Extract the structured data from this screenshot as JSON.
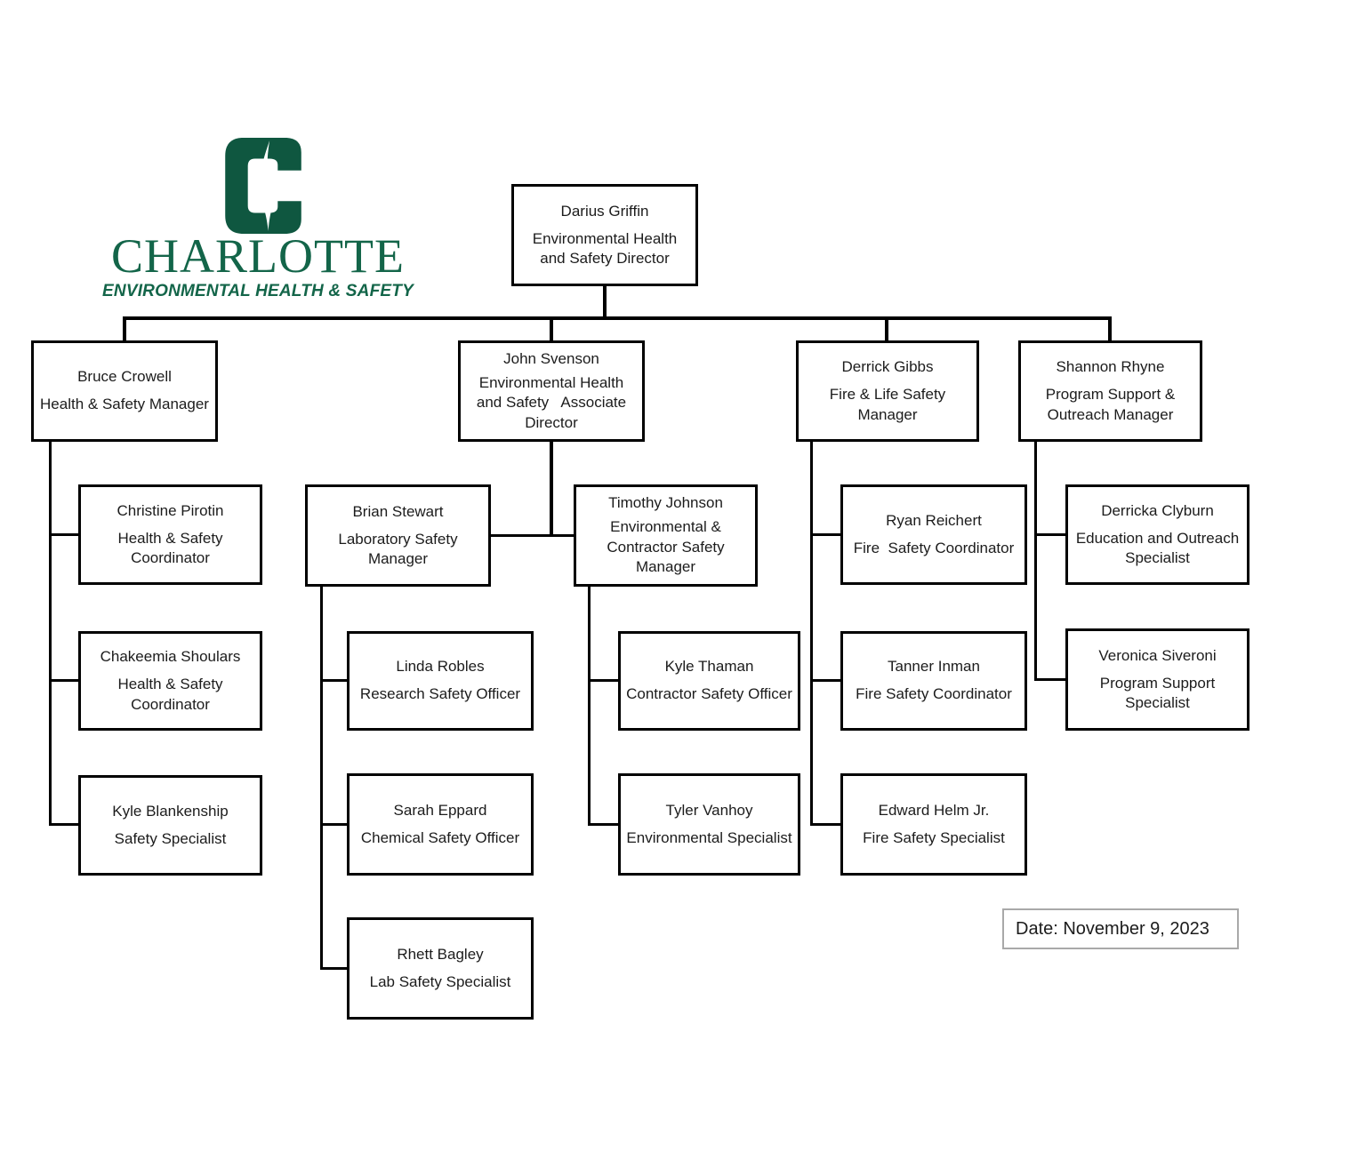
{
  "logo": {
    "wordmark": "CHARLOTTE",
    "tagline": "ENVIRONMENTAL HEALTH & SAFETY",
    "green_mark": "#0f5740",
    "green_text": "#136549"
  },
  "date": {
    "label": "Date: November 9, 2023"
  },
  "org": {
    "nodes": {
      "darius": {
        "name": "Darius Griffin",
        "title": "Environmental Health\nand Safety Director",
        "reports_to": null
      },
      "bruce": {
        "name": "Bruce Crowell",
        "title": "Health & Safety Manager",
        "reports_to": "Darius Griffin"
      },
      "john": {
        "name": "John Svenson",
        "title": "Environmental Health\nand Safety   Associate\nDirector",
        "reports_to": "Darius Griffin"
      },
      "derrick": {
        "name": "Derrick Gibbs",
        "title": "Fire & Life Safety\nManager",
        "reports_to": "Darius Griffin"
      },
      "shannon": {
        "name": "Shannon Rhyne",
        "title": "Program Support &\nOutreach Manager",
        "reports_to": "Darius Griffin"
      },
      "christine": {
        "name": "Christine Pirotin",
        "title": "Health & Safety\nCoordinator",
        "reports_to": "Bruce Crowell"
      },
      "chakeemia": {
        "name": "Chakeemia Shoulars",
        "title": "Health & Safety\nCoordinator",
        "reports_to": "Bruce Crowell"
      },
      "kyle_blankenship": {
        "name": "Kyle Blankenship",
        "title": "Safety Specialist",
        "reports_to": "Bruce Crowell"
      },
      "brian": {
        "name": "Brian Stewart",
        "title": "Laboratory Safety\nManager",
        "reports_to": "John Svenson"
      },
      "timothy": {
        "name": "Timothy Johnson",
        "title": "Environmental &\nContractor Safety\nManager",
        "reports_to": "John Svenson"
      },
      "linda": {
        "name": "Linda Robles",
        "title": "Research Safety Officer",
        "reports_to": "Brian Stewart"
      },
      "sarah": {
        "name": "Sarah Eppard",
        "title": "Chemical Safety Officer",
        "reports_to": "Brian Stewart"
      },
      "rhett": {
        "name": "Rhett Bagley",
        "title": "Lab Safety Specialist",
        "reports_to": "Brian Stewart"
      },
      "kyle_thaman": {
        "name": "Kyle Thaman",
        "title": "Contractor Safety Officer",
        "reports_to": "Timothy Johnson"
      },
      "tyler": {
        "name": "Tyler Vanhoy",
        "title": "Environmental Specialist",
        "reports_to": "Timothy Johnson"
      },
      "ryan": {
        "name": "Ryan Reichert",
        "title": "Fire  Safety Coordinator",
        "reports_to": "Derrick Gibbs"
      },
      "tanner": {
        "name": "Tanner Inman",
        "title": "Fire Safety Coordinator",
        "reports_to": "Derrick Gibbs"
      },
      "edward": {
        "name": "Edward Helm Jr.",
        "title": "Fire Safety Specialist",
        "reports_to": "Derrick Gibbs"
      },
      "derricka": {
        "name": "Derricka Clyburn",
        "title": "Education and Outreach\nSpecialist",
        "reports_to": "Shannon Rhyne"
      },
      "veronica": {
        "name": "Veronica Siveroni",
        "title": "Program Support\nSpecialist",
        "reports_to": "Shannon Rhyne"
      }
    }
  }
}
